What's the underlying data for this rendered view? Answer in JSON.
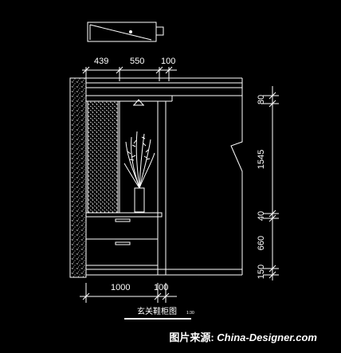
{
  "drawing": {
    "title": "玄关鞋柜图",
    "scale": "1:30",
    "top_dims": [
      "439",
      "550",
      "100"
    ],
    "bottom_dims": [
      "1000",
      "100"
    ],
    "right_dims": [
      "80",
      "1545",
      "40",
      "660",
      "150"
    ]
  },
  "colors": {
    "line": "#ffffff",
    "background": "#000000"
  },
  "watermark": {
    "label": "图片来源:",
    "site": "China-Designer.com"
  }
}
